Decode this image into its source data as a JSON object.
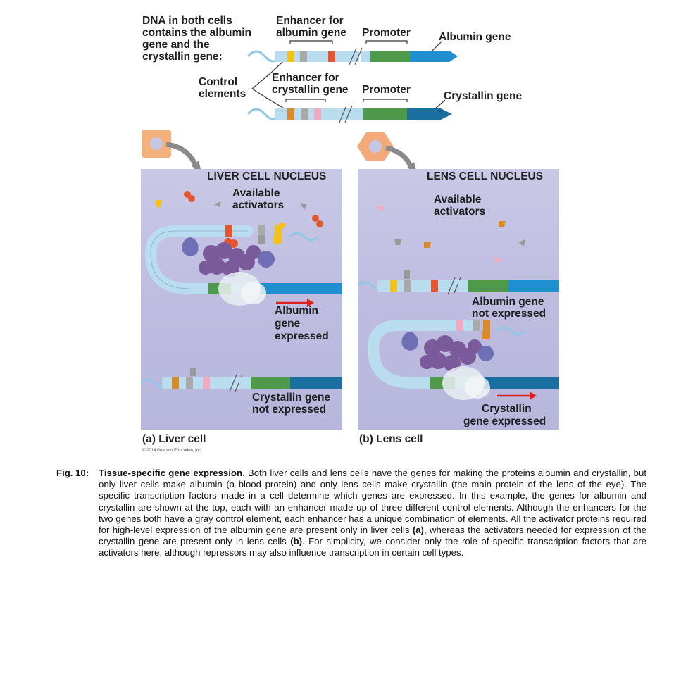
{
  "top": {
    "dna_label": [
      "DNA in both cells",
      "contains the albumin",
      "gene and the",
      "crystallin gene:"
    ],
    "enhancer_albumin": [
      "Enhancer for",
      "albumin gene"
    ],
    "promoter_1": "Promoter",
    "albumin_gene": "Albumin gene",
    "control_elements": [
      "Control",
      "elements"
    ],
    "enhancer_crystallin": [
      "Enhancer for",
      "crystallin gene"
    ],
    "promoter_2": "Promoter",
    "crystallin_gene": "Crystallin gene"
  },
  "liver": {
    "title": "LIVER CELL NUCLEUS",
    "available": [
      "Available",
      "activators"
    ],
    "albumin_expressed": [
      "Albumin",
      "gene",
      "expressed"
    ],
    "crystallin_not": [
      "Crystallin gene",
      "not expressed"
    ],
    "panel_label": "(a) Liver cell",
    "copyright": "© 2014 Pearson Education, Inc."
  },
  "lens": {
    "title": "LENS CELL NUCLEUS",
    "available": [
      "Available",
      "activators"
    ],
    "albumin_not": [
      "Albumin gene",
      "not expressed"
    ],
    "crystallin_expressed": [
      "Crystallin",
      "gene expressed"
    ],
    "panel_label": "(b) Lens cell"
  },
  "caption": {
    "fig": "Fig. 10:",
    "title": "Tissue-specific gene expression",
    "text_1": ". Both liver cells and lens cells have the genes for making the proteins albumin and crystallin, but only liver cells make albumin (a blood protein) and only lens cells make crystallin (the main protein of the lens of the eye). The specific transcription factors made in a cell determine which genes are expressed. In this example, the genes for albumin and crystallin are shown at the top, each with an enhancer made up of three different control elements. Although the enhancers for the two genes both have a gray control element, each enhancer has a unique combination of elements. All the activator proteins required for high-level expression of the albumin gene are present only in liver cells ",
    "ref_a": "(a)",
    "text_2": ", whereas the activators needed for expression of the crystallin gene are present only in lens cells ",
    "ref_b": "(b)",
    "text_3": ". For simplicity, we consider only the role of specific transcription factors that are activators here, although repressors may also influence transcription in certain cell types."
  },
  "colors": {
    "dna": "#b9dcef",
    "gene_blue": "#1f8fcf",
    "promoter_green": "#4f9a4a",
    "yellow": "#f2c21b",
    "red": "#e4572e",
    "gray": "#9a9a9a",
    "orange": "#d98a2b",
    "pink": "#f3a9c2",
    "purple": "#7a5a9a",
    "panel": "#c3c2e2"
  }
}
